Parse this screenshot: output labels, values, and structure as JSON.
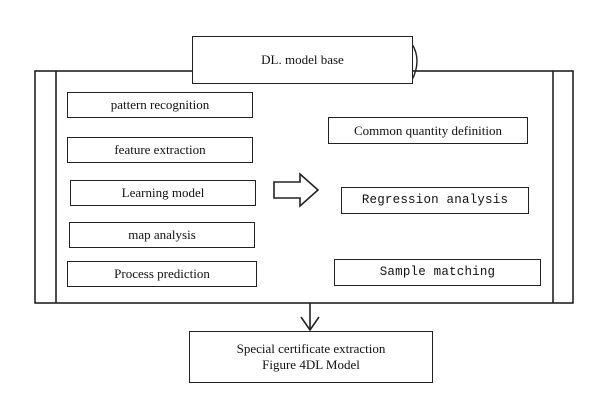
{
  "title": "DL. model base",
  "left_items": [
    "pattern recognition",
    "feature extraction",
    "Learning model",
    "map analysis",
    "Process prediction"
  ],
  "right_items": [
    "Common quantity definition",
    "Regression analysis",
    "Sample matching"
  ],
  "output": {
    "line1": "Special certificate extraction",
    "line2": "Figure 4DL Model"
  },
  "colors": {
    "stroke": "#222222",
    "background": "#ffffff"
  },
  "icons": [
    "hollow-right-arrow-icon",
    "down-arrow-icon"
  ]
}
